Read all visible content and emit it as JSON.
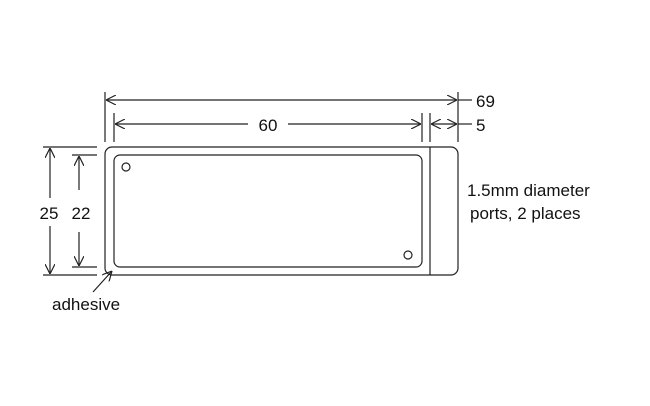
{
  "dimensions": {
    "overall_length": "69",
    "inner_length": "60",
    "end_length": "5",
    "overall_height": "25",
    "inner_height": "22"
  },
  "labels": {
    "adhesive": "adhesive",
    "ports_line1": "1.5mm diameter",
    "ports_line2": "ports, 2 places"
  }
}
